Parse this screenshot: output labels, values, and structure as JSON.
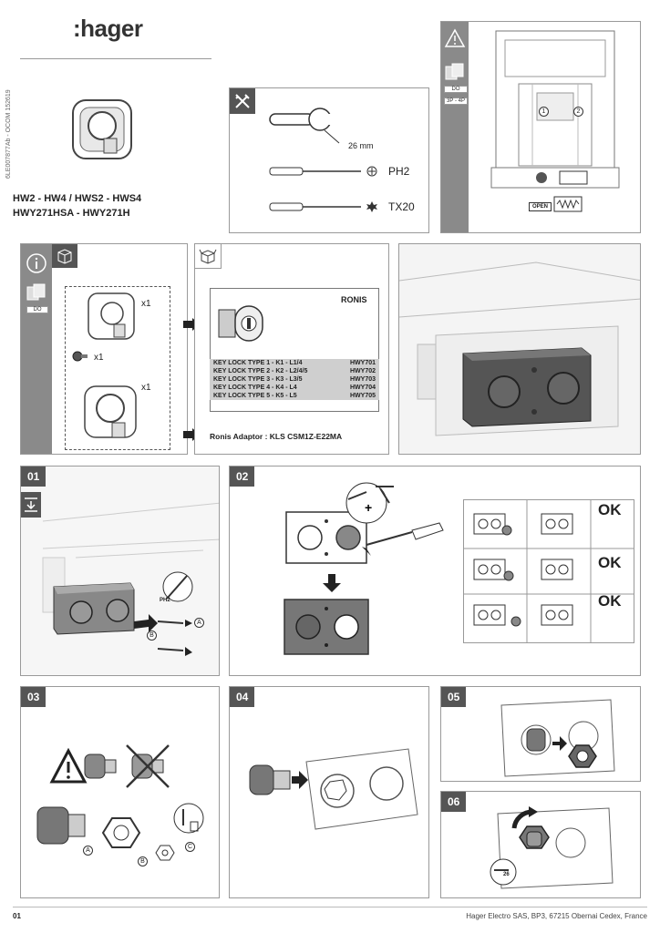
{
  "brand": {
    "logo": ":hager"
  },
  "doc_code": "6LE007877Ab - OCOM 152619",
  "products": {
    "line1": "HW2 - HW4 / HWS2 - HWS4",
    "line2": "HWY271HSA - HWY271H"
  },
  "tools": {
    "wrench_size": "26 mm",
    "screwdriver1": "PH2",
    "screwdriver2": "TX20"
  },
  "warning_panel": {
    "tag_top": "DO",
    "tag_bottom": "3P - 4P",
    "open_label": "OPEN",
    "circle1": "1",
    "circle2": "2"
  },
  "info_panel": {
    "tag": "DO",
    "qty1": "x1",
    "qty2": "x1",
    "qty3": "x1"
  },
  "ronis_panel": {
    "brand": "RONIS",
    "rows": [
      {
        "label": "KEY LOCK TYPE 1 - K1 - L1/4",
        "ref": "HWY701"
      },
      {
        "label": "KEY LOCK TYPE 2 - K2 - L2/4/5",
        "ref": "HWY702"
      },
      {
        "label": "KEY LOCK TYPE 3 - K3 - L3/5",
        "ref": "HWY703"
      },
      {
        "label": "KEY LOCK TYPE 4 - K4 - L4",
        "ref": "HWY704"
      },
      {
        "label": "KEY LOCK TYPE 5 - K5 - L5",
        "ref": "HWY705"
      }
    ],
    "adaptor": "Ronis Adaptor : KLS CSM1Z-E22MA"
  },
  "steps": {
    "s01": {
      "num": "01",
      "tool": "PH2",
      "a": "A",
      "b": "B"
    },
    "s02": {
      "num": "02",
      "ok1": "OK",
      "ok2": "OK",
      "ok3": "OK"
    },
    "s03": {
      "num": "03",
      "a": "A",
      "b": "B",
      "c": "C"
    },
    "s04": {
      "num": "04"
    },
    "s05": {
      "num": "05"
    },
    "s06": {
      "num": "06",
      "wrench": "26"
    }
  },
  "footer": {
    "page": "01",
    "company": "Hager Electro SAS, BP3, 67215 Obernai Cedex, France"
  }
}
